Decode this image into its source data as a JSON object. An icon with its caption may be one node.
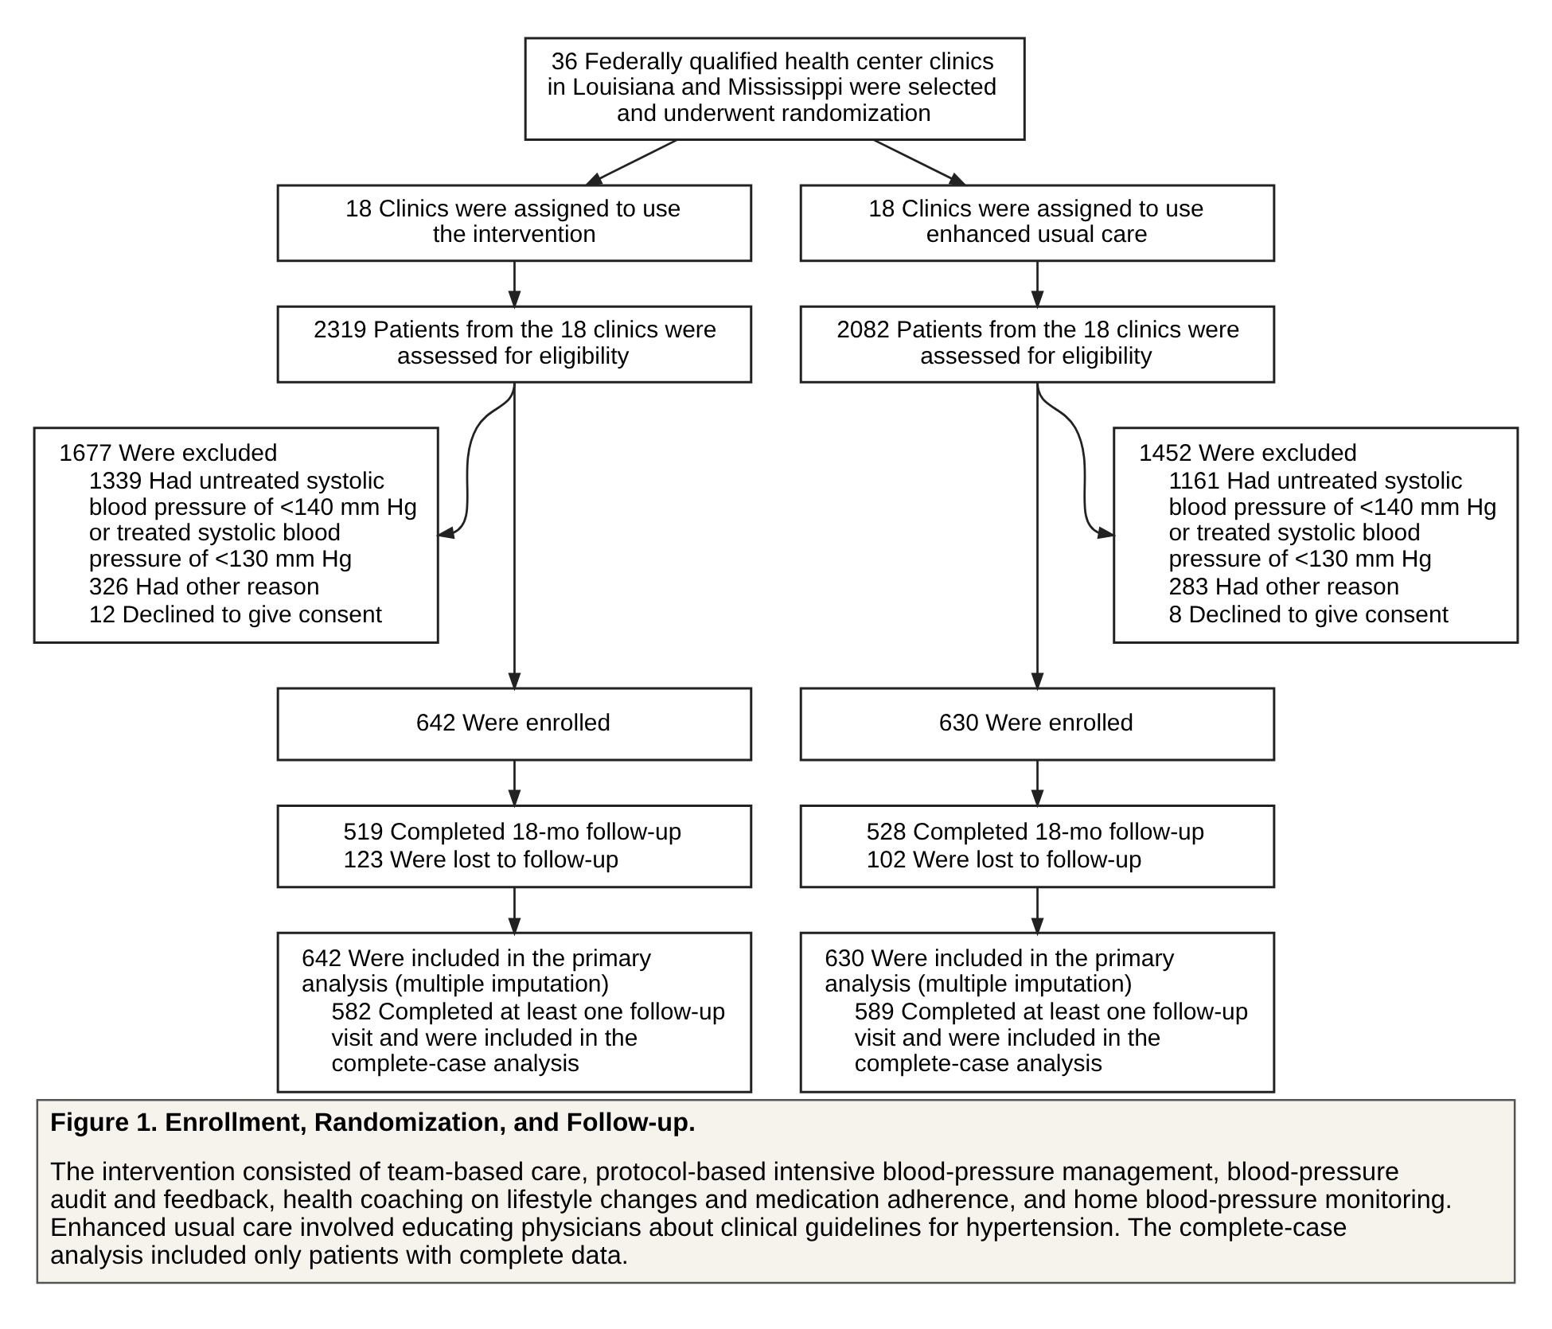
{
  "diagram": {
    "title": "Figure 1. Enrollment, Randomization, and Follow-up.",
    "caption": "The intervention consisted of team-based care, protocol-based intensive blood-pressure management, blood-pressure audit and feedback, health coaching on lifestyle changes and medication adherence, and home blood-pressure monitoring. Enhanced usual care involved educating physicians about clinical guidelines for hypertension. The complete-case analysis included only patients with complete data.",
    "nodes": [
      {
        "text": [
          "36 Federally qualified health center clinics in Louisiana and Mississippi were selected and underwent randomization"
        ]
      },
      {
        "text": [
          "18 Clinics were assigned to use the intervention"
        ]
      },
      {
        "text": [
          "18 Clinics were assigned to use enhanced usual care"
        ]
      },
      {
        "text": [
          "2319 Patients from the 18 clinics were assessed for eligibility"
        ]
      },
      {
        "text": [
          "2082 Patients from the 18 clinics were assessed for eligibility"
        ]
      },
      {
        "text": [
          "1677 Were excluded",
          "1339 Had untreated systolic blood pressure of <140 mm Hg or treated systolic blood pressure of <130 mm Hg",
          "326 Had other reason",
          "12 Declined to give consent"
        ]
      },
      {
        "text": [
          "1452 Were excluded",
          "1161 Had untreated systolic blood pressure of <140 mm Hg or treated systolic blood pressure of <130 mm Hg",
          "283 Had other reason",
          "8 Declined to give consent"
        ]
      },
      {
        "text": [
          "642 Were enrolled"
        ]
      },
      {
        "text": [
          "630 Were enrolled"
        ]
      },
      {
        "text": [
          "519 Completed 18-mo follow-up",
          "123 Were lost to follow-up"
        ]
      },
      {
        "text": [
          "528 Completed 18-mo follow-up",
          "102 Were lost to follow-up"
        ]
      },
      {
        "text": [
          "642 Were included in the primary analysis (multiple imputation)",
          "582 Completed at least one follow-up visit and were included in the complete-case analysis"
        ]
      },
      {
        "text": [
          "630 Were included in the primary analysis (multiple imputation)",
          "589 Completed at least one follow-up visit and were included in the complete-case analysis"
        ]
      }
    ],
    "edges": [
      {
        "from": 0,
        "to": 1,
        "arrow": "to"
      },
      {
        "from": 0,
        "to": 2,
        "arrow": "to"
      },
      {
        "from": 1,
        "to": 3,
        "arrow": "to"
      },
      {
        "from": 2,
        "to": 4,
        "arrow": "to"
      },
      {
        "from": 3,
        "to": 5,
        "arrow": "to"
      },
      {
        "from": 3,
        "to": 7,
        "arrow": "to"
      },
      {
        "from": 4,
        "to": 8,
        "arrow": "to"
      },
      {
        "from": 4,
        "to": 6,
        "arrow": "to"
      },
      {
        "from": 7,
        "to": 9,
        "arrow": "to"
      },
      {
        "from": 8,
        "to": 10,
        "arrow": "to"
      },
      {
        "from": 9,
        "to": 11,
        "arrow": "to"
      },
      {
        "from": 10,
        "to": 12,
        "arrow": "to"
      }
    ]
  }
}
